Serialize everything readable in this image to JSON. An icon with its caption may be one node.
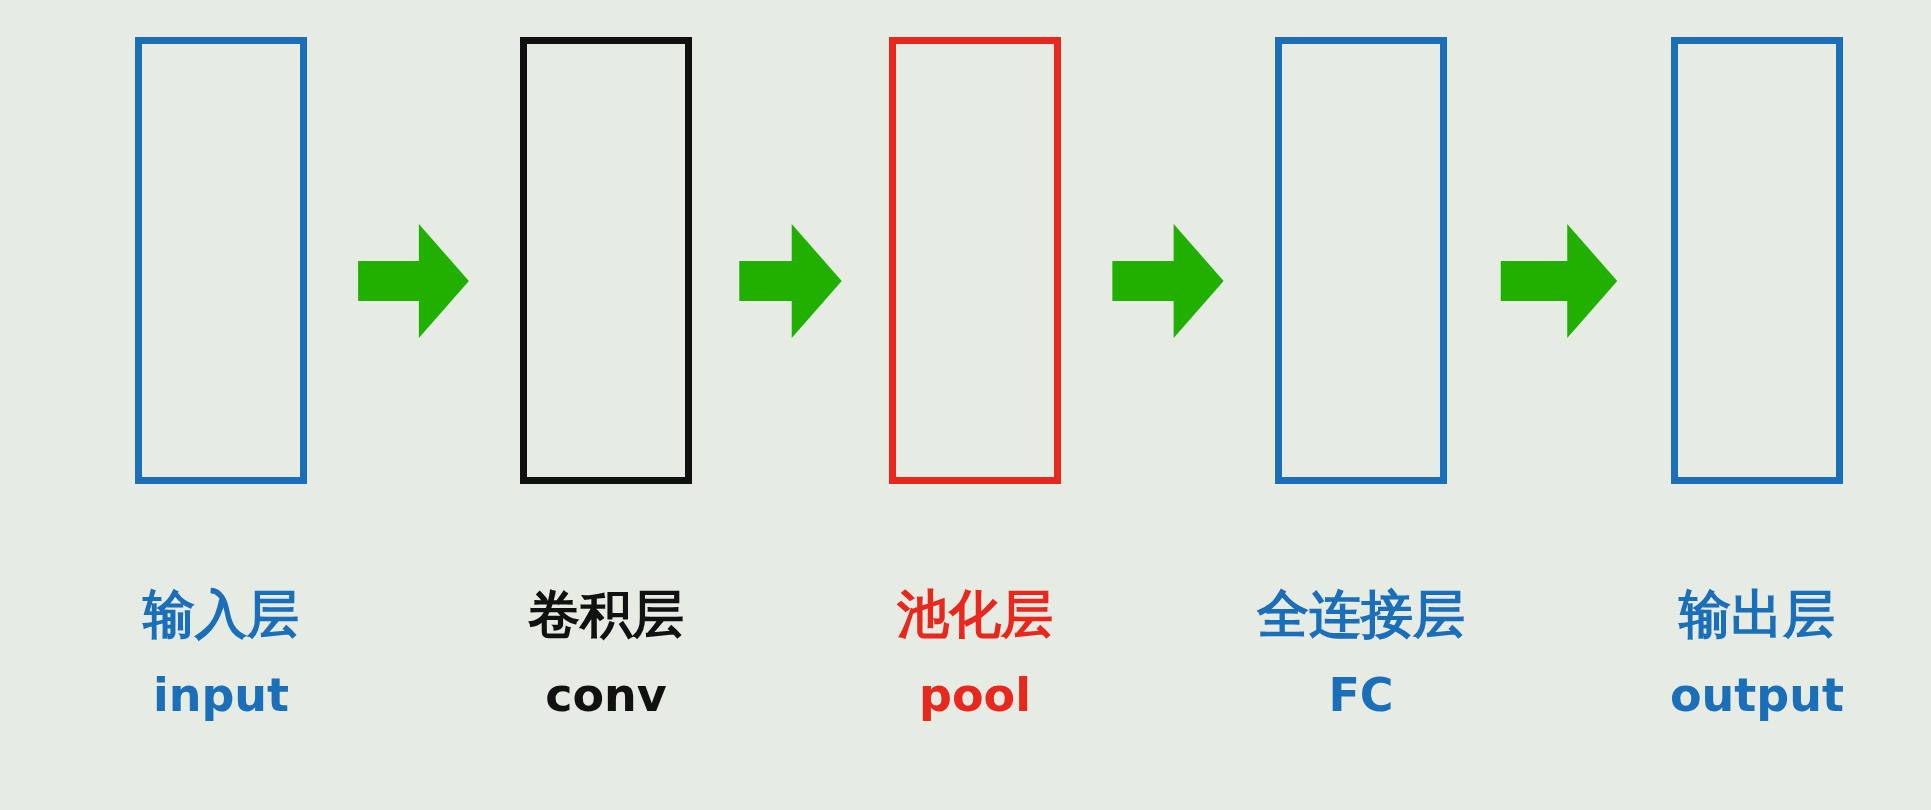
{
  "diagram": {
    "nodes": [
      {
        "text": [
          "输入层",
          "input"
        ]
      },
      {
        "text": [
          "卷积层",
          "conv"
        ]
      },
      {
        "text": [
          "池化层",
          "pool"
        ]
      },
      {
        "text": [
          "全连接层",
          "FC"
        ]
      },
      {
        "text": [
          "输出层",
          "output"
        ]
      }
    ],
    "edges": [
      {
        "from": 0,
        "to": 1,
        "arrow": "to"
      },
      {
        "from": 1,
        "to": 2,
        "arrow": "to"
      },
      {
        "from": 2,
        "to": 3,
        "arrow": "to"
      },
      {
        "from": 3,
        "to": 4,
        "arrow": "to"
      }
    ]
  }
}
